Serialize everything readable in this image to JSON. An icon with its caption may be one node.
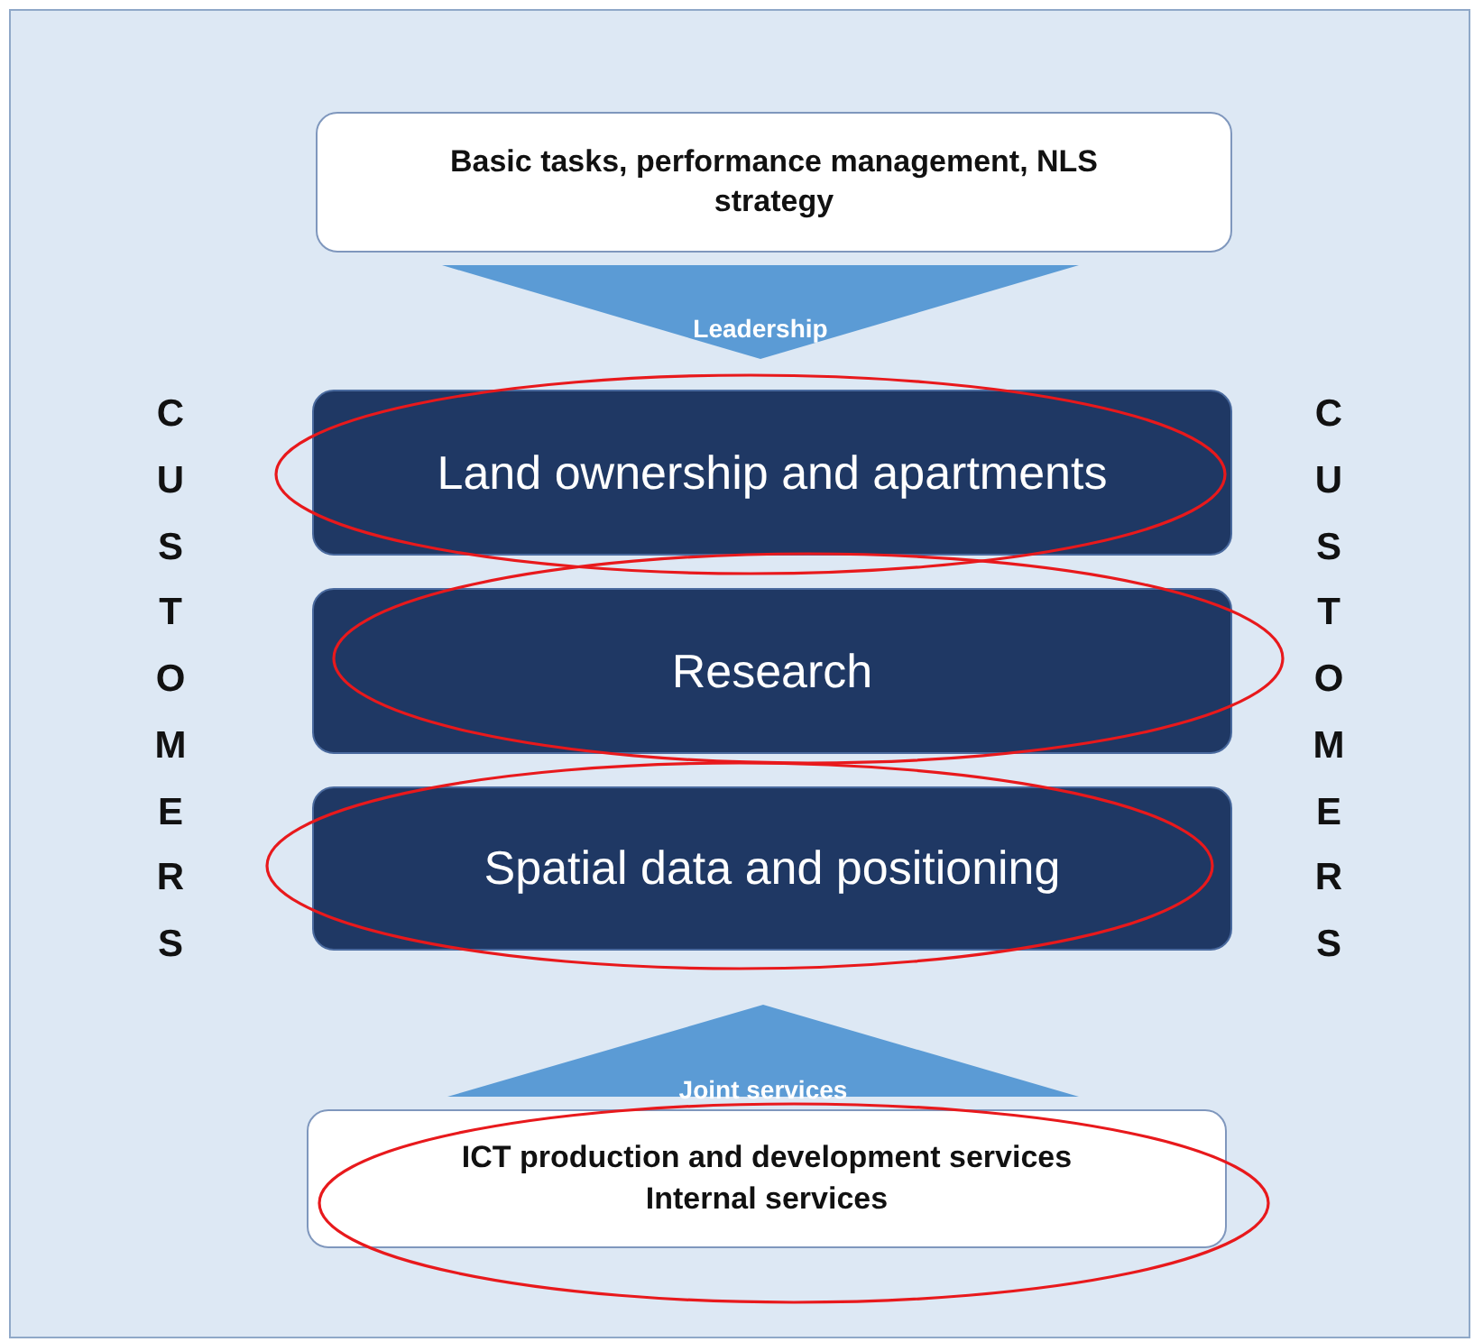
{
  "diagram": {
    "nodes": [
      {
        "text": [
          "Basic tasks, performance management, NLS strategy"
        ]
      },
      {
        "text": [
          "Leadership"
        ]
      },
      {
        "text": [
          "Land ownership and apartments"
        ]
      },
      {
        "text": [
          "Research"
        ]
      },
      {
        "text": [
          "Spatial data and positioning"
        ]
      },
      {
        "text": [
          "Joint services"
        ]
      },
      {
        "text": [
          "ICT production and development services",
          "Internal services"
        ]
      }
    ],
    "labels": [
      "CUSTOMERS",
      "CUSTOMERS"
    ]
  }
}
